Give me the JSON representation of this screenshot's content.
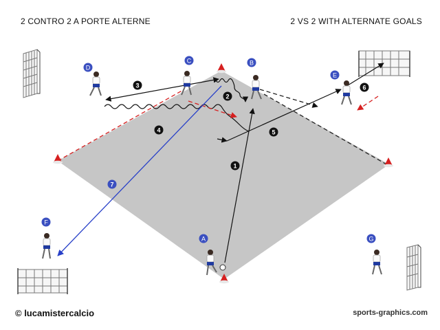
{
  "header": {
    "title_it": "2 CONTRO 2 A PORTE ALTERNE",
    "title_en": "2 VS 2 WITH ALTERNATE GOALS"
  },
  "players": [
    "A",
    "B",
    "C",
    "D",
    "E",
    "F",
    "G"
  ],
  "actions": [
    "1",
    "2",
    "3",
    "4",
    "5",
    "6",
    "7"
  ],
  "colors": {
    "field": "#c6c6c6",
    "cone": "#d62020",
    "player_badge": "#3a4fc0",
    "action_badge": "#111111",
    "pass_line_blue": "#2840c8",
    "run_line_red": "#d62020"
  },
  "footer": {
    "copyright": "© lucamistercalcio",
    "site": "sports-graphics.com"
  }
}
